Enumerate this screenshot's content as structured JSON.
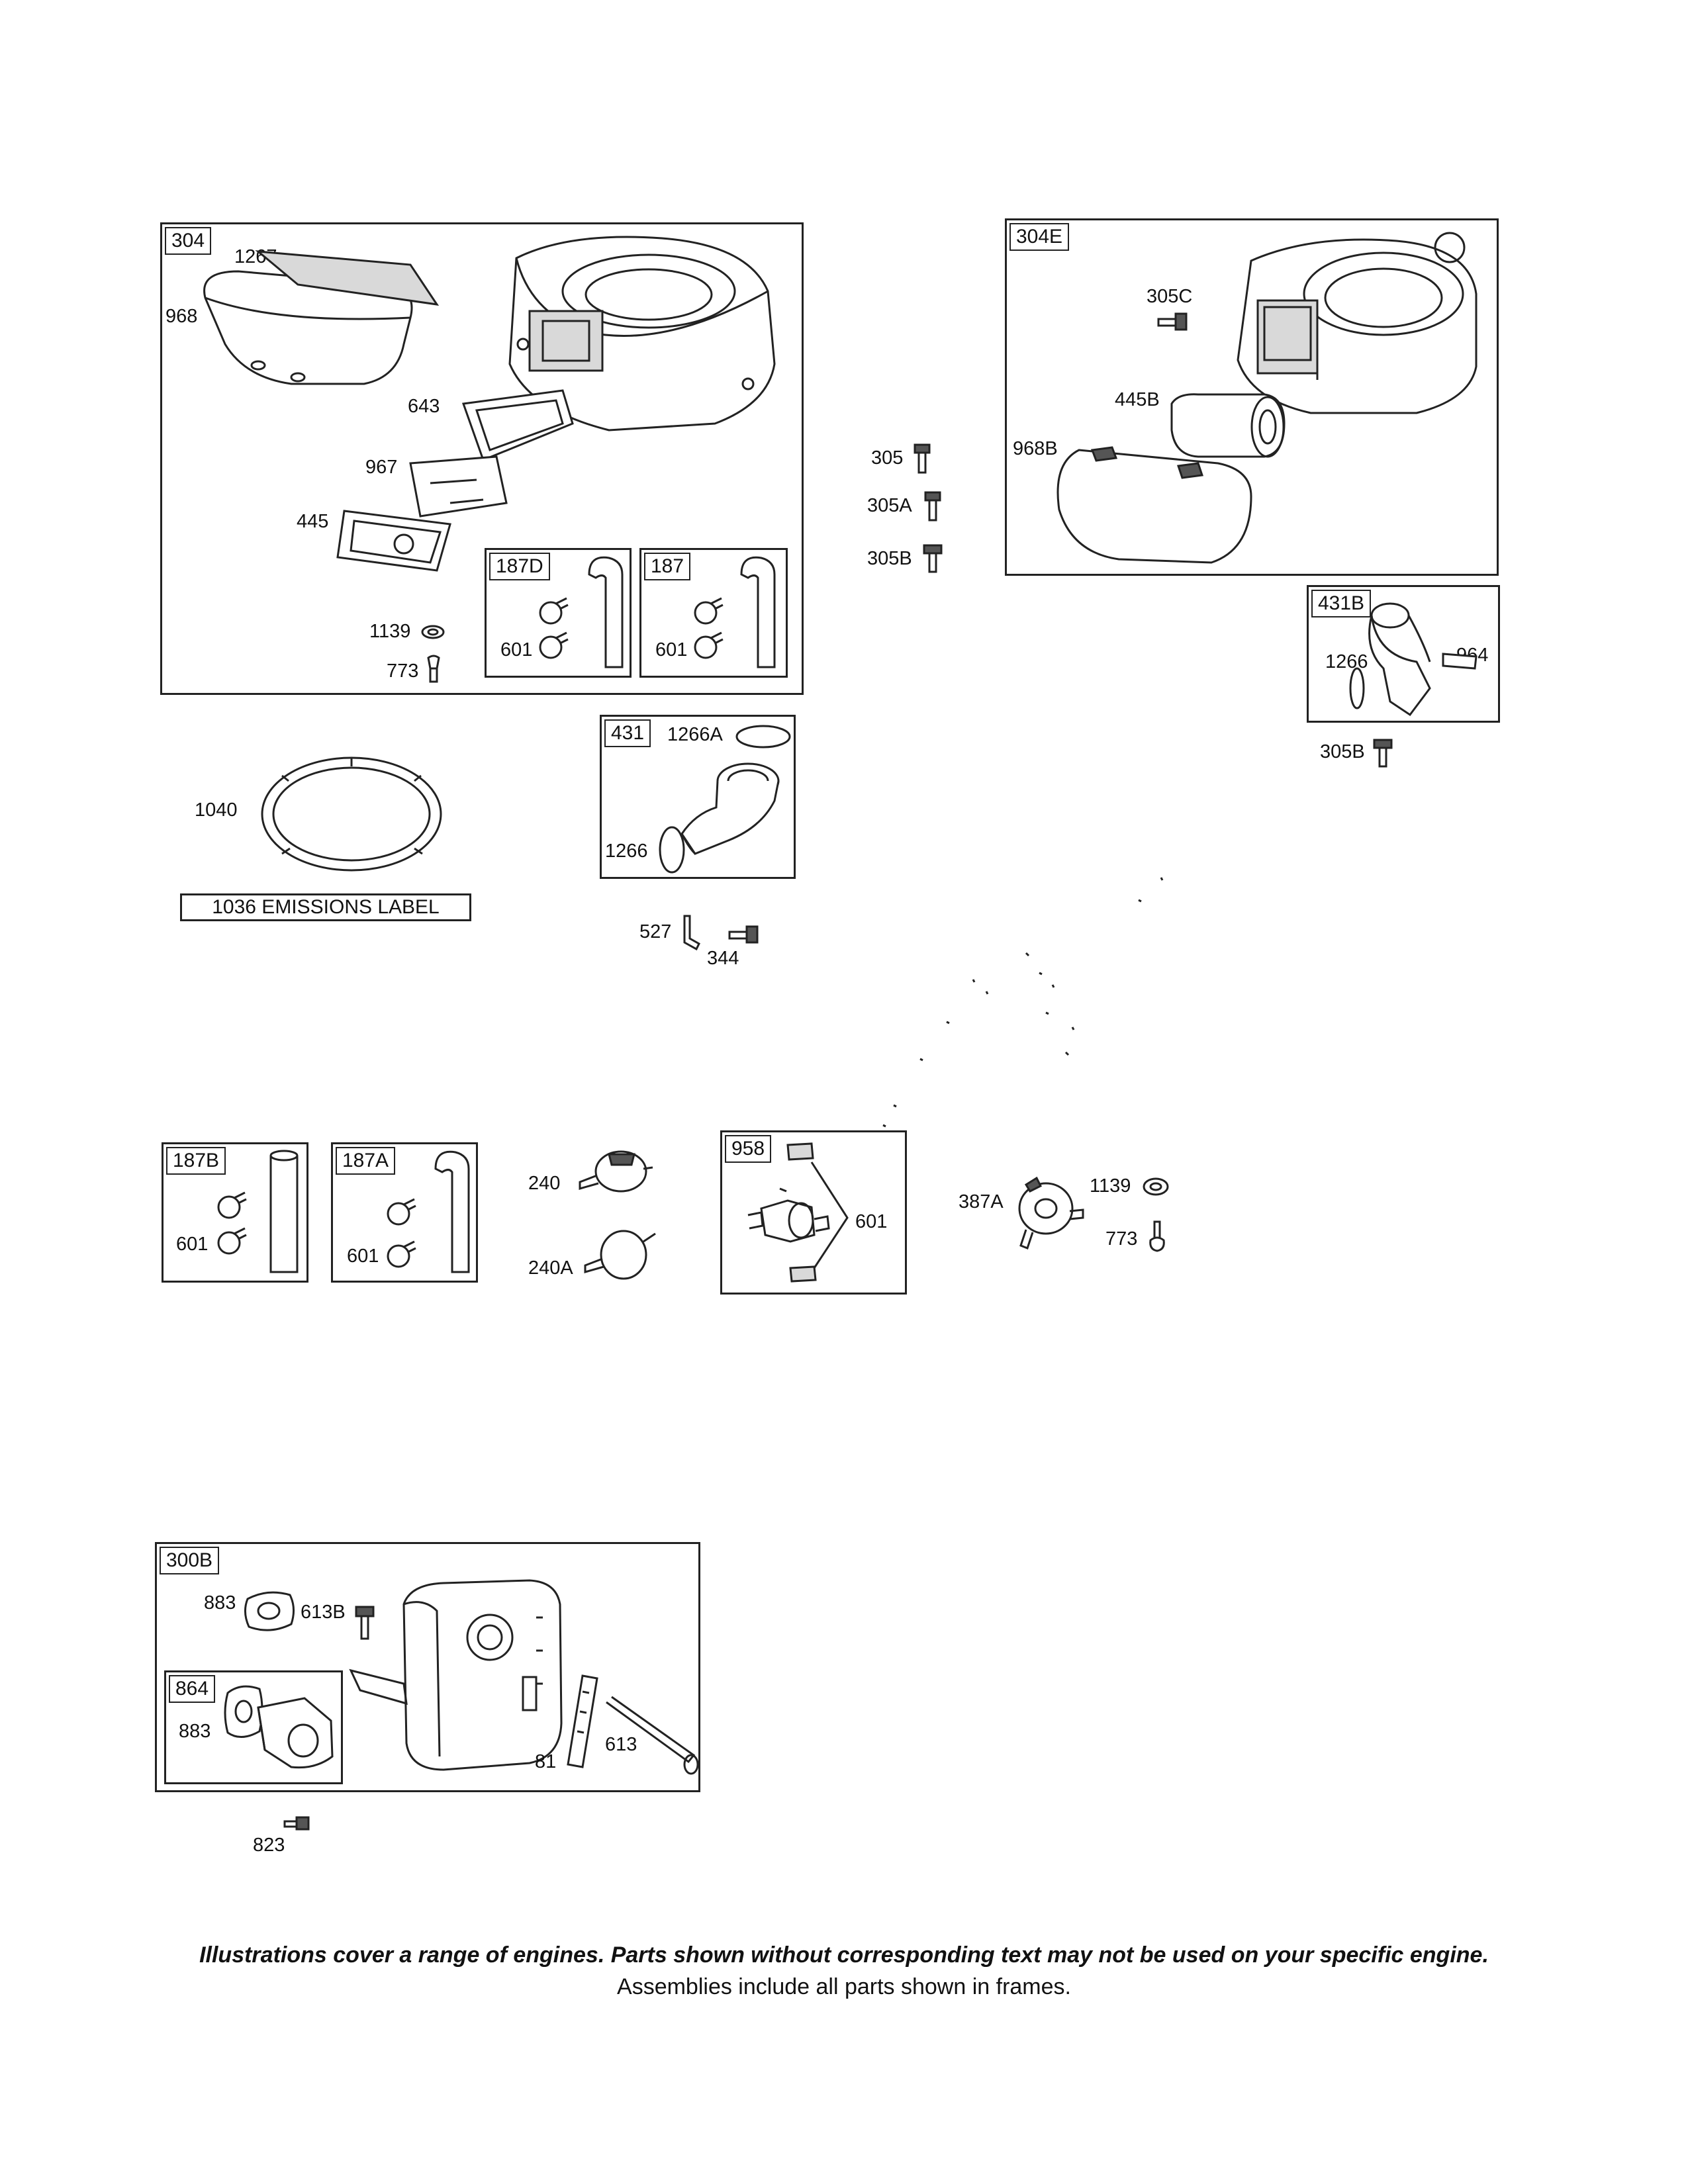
{
  "frames": {
    "f304": "304",
    "f304e": "304E",
    "f187d": "187D",
    "f187": "187",
    "f431": "431",
    "f431b": "431B",
    "f187b": "187B",
    "f187a": "187A",
    "f958": "958",
    "f300b": "300B",
    "f864": "864"
  },
  "labels": {
    "l1267": "1267",
    "l968": "968",
    "l643": "643",
    "l967": "967",
    "l445": "445",
    "l1139a": "1139",
    "l773a": "773",
    "l601_187d": "601",
    "l601_187": "601",
    "l305": "305",
    "l305a": "305A",
    "l305b": "305B",
    "l305c": "305C",
    "l445b": "445B",
    "l968b": "968B",
    "l1266_431b": "1266",
    "l964": "964",
    "l305b_2": "305B",
    "l1040": "1040",
    "l1266a": "1266A",
    "l1266_431": "1266",
    "l527": "527",
    "l344": "344",
    "l601_187b": "601",
    "l601_187a": "601",
    "l240": "240",
    "l240a": "240A",
    "l601_958": "601",
    "l387a": "387A",
    "l1139b": "1139",
    "l773b": "773",
    "l883a": "883",
    "l613b": "613B",
    "l883b": "883",
    "l81": "81",
    "l613": "613",
    "l823": "823"
  },
  "emissions_label": "1036 EMISSIONS LABEL",
  "footer": {
    "note": "Illustrations cover a range of engines. Parts shown without corresponding text may not be used on your specific engine.",
    "assemblies": "Assemblies include all parts shown in frames."
  },
  "icons": [
    "blower-housing-icon",
    "air-cleaner-cover-icon",
    "air-filter-icon",
    "fuel-line-icon",
    "hose-clamp-icon",
    "fuel-filter-icon",
    "fuel-shutoff-valve-icon",
    "fuel-pump-icon",
    "muffler-icon",
    "gasket-icon",
    "screw-icon"
  ]
}
